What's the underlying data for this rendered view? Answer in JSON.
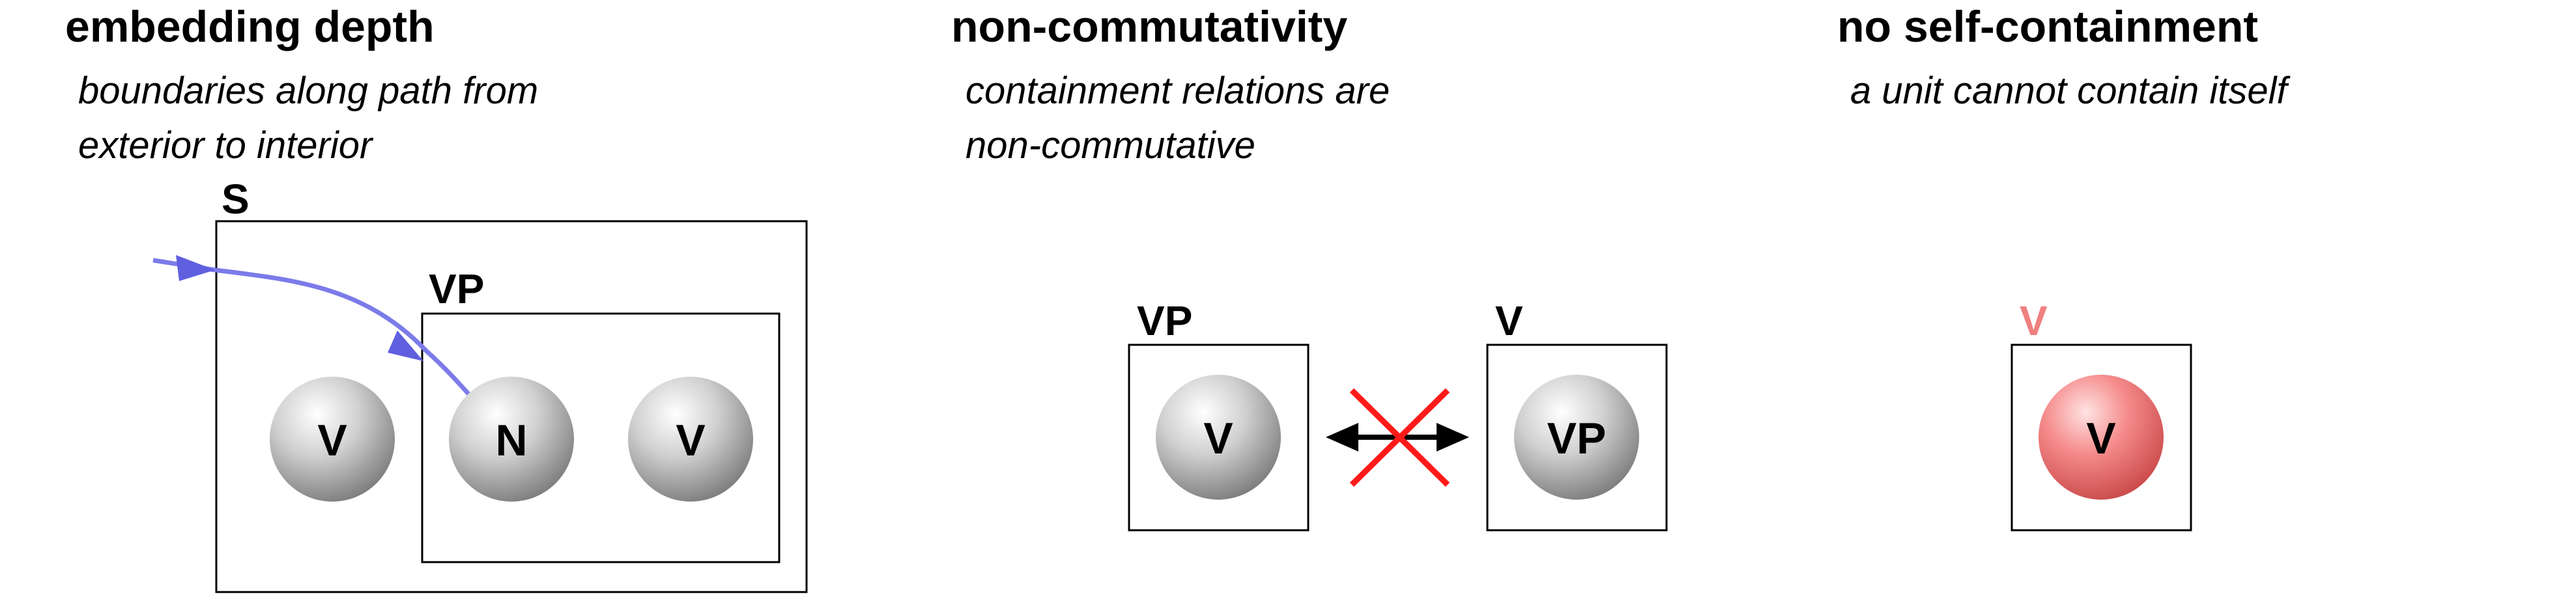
{
  "panels": [
    {
      "title": "embedding depth",
      "subtitle_lines": [
        "boundaries along path from",
        "exterior to interior"
      ],
      "outer_box_label": "S",
      "inner_box_label": "VP",
      "spheres": [
        "V",
        "N",
        "V"
      ]
    },
    {
      "title": "non-commutativity",
      "subtitle_lines": [
        "containment relations are",
        "non-commutative"
      ],
      "left_box_label": "VP",
      "left_sphere": "V",
      "right_box_label": "V",
      "right_sphere": "VP"
    },
    {
      "title": "no self-containment",
      "subtitle_lines": [
        "a unit cannot contain itself"
      ],
      "box_label": "V",
      "sphere": "V"
    }
  ],
  "colors": {
    "path": "#7b7bea",
    "cross": "#ff1a1a",
    "highlight": "#f08080",
    "sphere_gray": "#9a9a9a",
    "sphere_red": "#e85f5f"
  },
  "icons": {
    "arrow": "double-headed-arrow",
    "cross": "red-x"
  }
}
